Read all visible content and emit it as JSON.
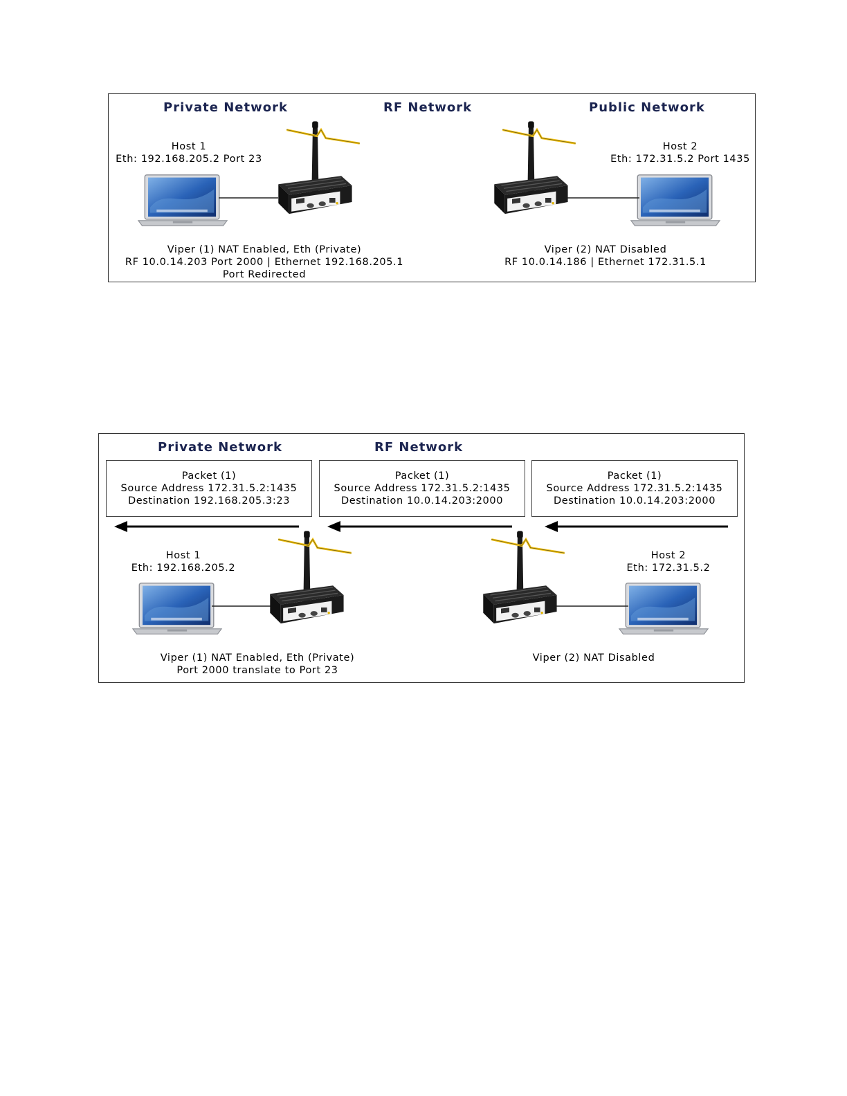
{
  "figure1": {
    "headings": {
      "private": "Private Network",
      "rf": "RF Network",
      "public": "Public Network"
    },
    "host1": {
      "name": "Host 1",
      "eth": "Eth: 192.168.205.2 Port 23"
    },
    "host2": {
      "name": "Host 2",
      "eth": "Eth: 172.31.5.2 Port 1435"
    },
    "viper1": {
      "line1": "Viper (1) NAT Enabled, Eth (Private)",
      "line2": "RF 10.0.14.203 Port 2000 | Ethernet 192.168.205.1",
      "line3": "Port Redirected"
    },
    "viper2": {
      "line1": "Viper (2) NAT Disabled",
      "line2": "RF 10.0.14.186 | Ethernet 172.31.5.1"
    }
  },
  "figure2": {
    "headings": {
      "private": "Private Network",
      "rf": "RF Network"
    },
    "packets": [
      {
        "title": "Packet (1)",
        "source": "Source Address 172.31.5.2:1435",
        "destination": "Destination 192.168.205.3:23"
      },
      {
        "title": "Packet (1)",
        "source": "Source Address 172.31.5.2:1435",
        "destination": "Destination 10.0.14.203:2000"
      },
      {
        "title": "Packet (1)",
        "source": "Source Address 172.31.5.2:1435",
        "destination": "Destination 10.0.14.203:2000"
      }
    ],
    "host1": {
      "name": "Host 1",
      "eth": "Eth: 192.168.205.2"
    },
    "host2": {
      "name": "Host 2",
      "eth": "Eth: 172.31.5.2"
    },
    "viper1": {
      "line1": "Viper (1) NAT Enabled, Eth (Private)",
      "line2": "Port 2000 translate to Port 23"
    },
    "viper2": {
      "line1": "Viper (2) NAT Disabled"
    }
  },
  "colors": {
    "heading": "#1b2450",
    "bolt": "#f3c316",
    "screen": "#2a63b8"
  },
  "icons": [
    "laptop-icon",
    "radio-modem-icon",
    "lightning-bolt-icon",
    "arrow-left-icon"
  ]
}
